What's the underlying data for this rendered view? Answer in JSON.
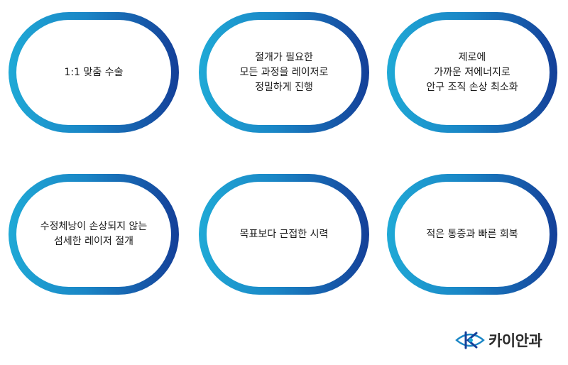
{
  "cards": [
    {
      "lines": [
        "1:1 맞춤 수술"
      ]
    },
    {
      "lines": [
        "절개가 필요한",
        "모든 과정을 레이저로",
        "정밀하게 진행"
      ]
    },
    {
      "lines": [
        "제로에",
        "가까운 저에너지로",
        "안구 조직 손상 최소화"
      ]
    },
    {
      "lines": [
        "수정체낭이 손상되지 않는",
        "섬세한 레이저 절개"
      ]
    },
    {
      "lines": [
        "목표보다 근접한 시력"
      ]
    },
    {
      "lines": [
        "적은 통증과 빠른 회복"
      ]
    }
  ],
  "brand": {
    "name": "카이안과",
    "logo_icon": "k-eye-logo-icon",
    "colors": {
      "light": "#1fa9d6",
      "mid": "#1a86c6",
      "dark": "#143f98"
    }
  }
}
